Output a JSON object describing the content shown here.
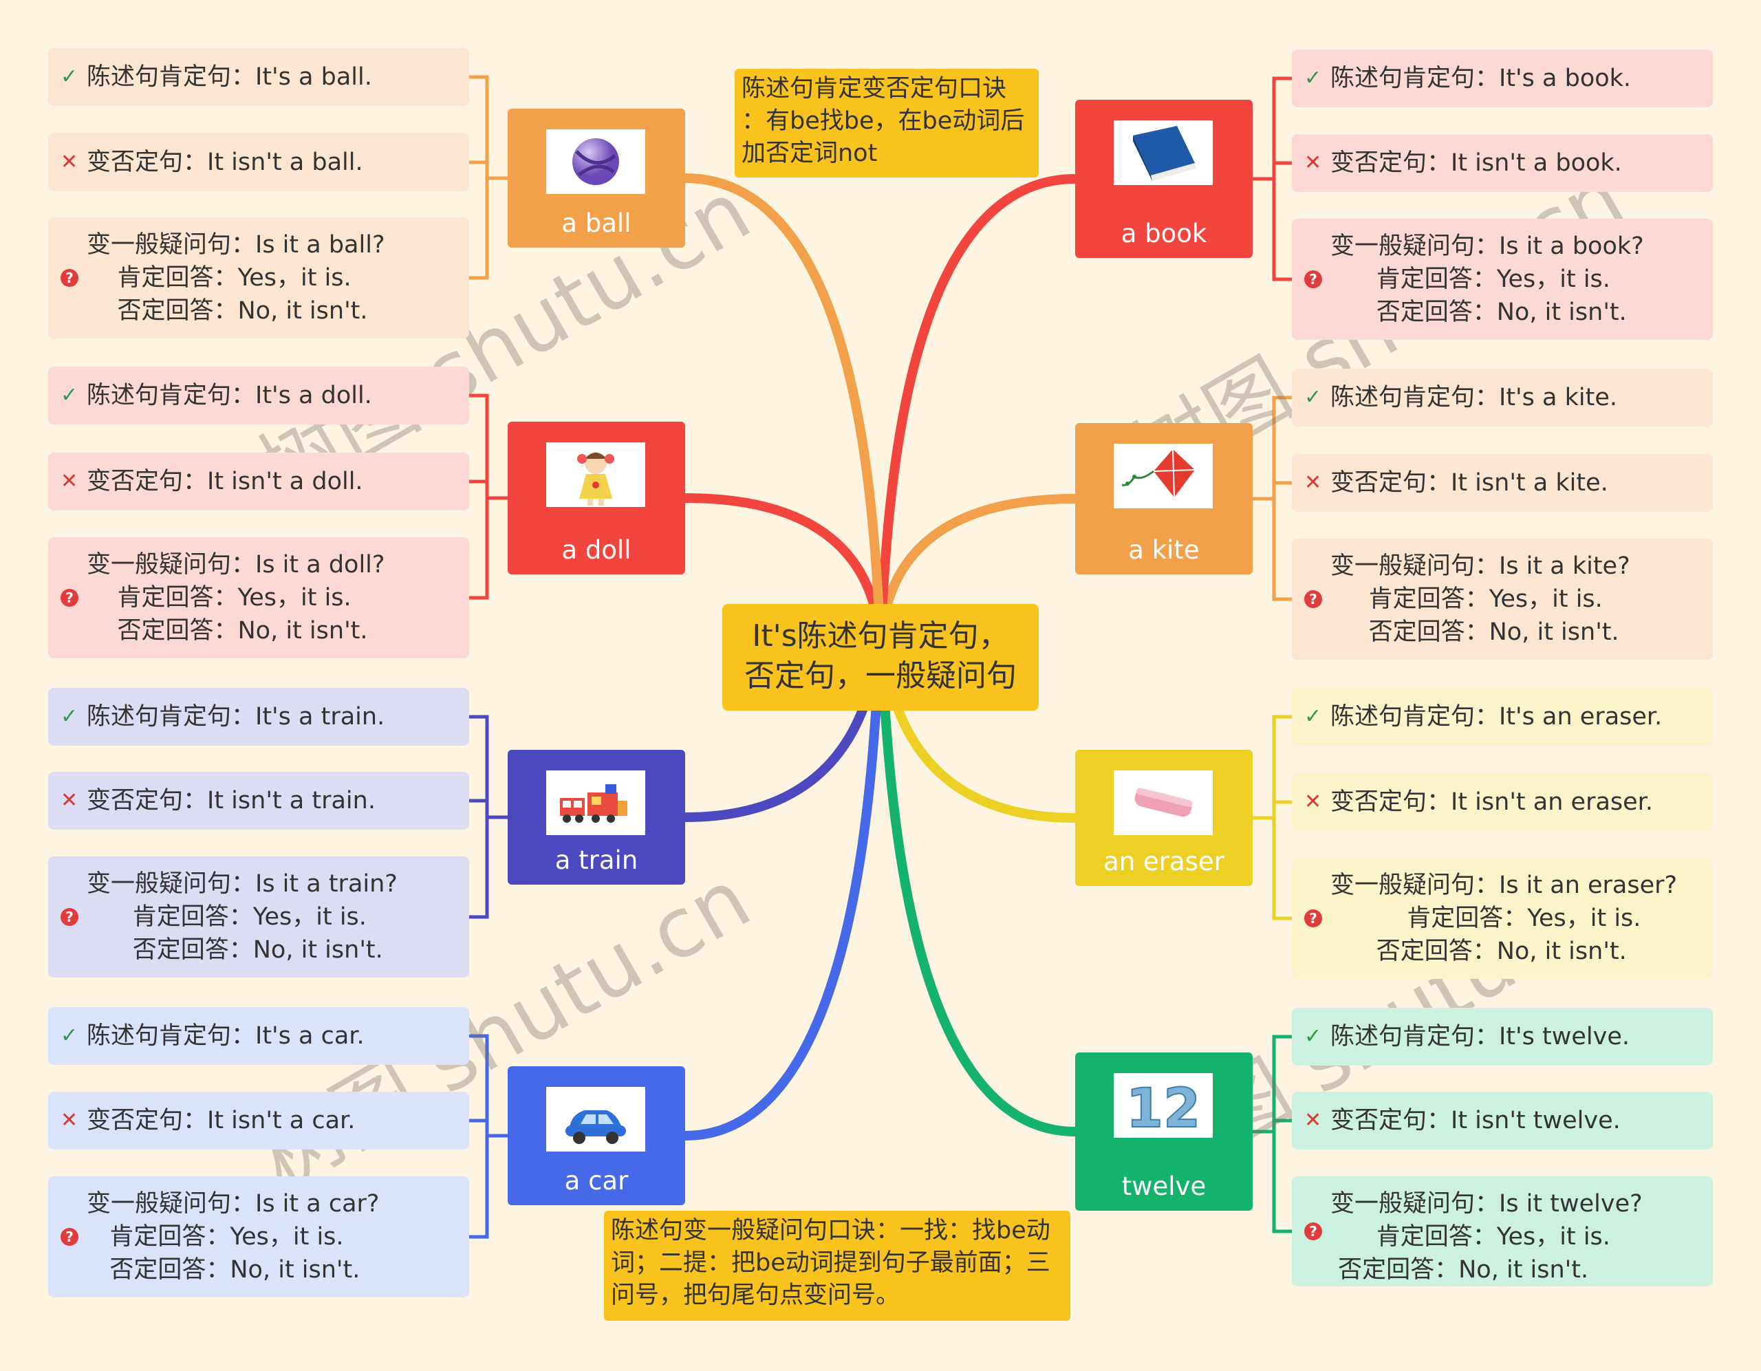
{
  "center": {
    "line1": "It's陈述句肯定句，",
    "line2": "否定句，一般疑问句"
  },
  "notes": {
    "top": "陈述句肯定变否定句口诀\n：有be找be，在be动词后\n加否定词not",
    "bottom": "陈述句变一般疑问句口诀：一找：找be动\n词；二提：把be动词提到句子最前面；三\n问号，把句尾句点变问号。"
  },
  "watermark": {
    "text": "树图 shutu.cn"
  },
  "branches": [
    {
      "label": "a ball",
      "icon": "ball-icon",
      "color": "#f2a04a",
      "leaf_bg": "#fde6d1",
      "affirm": "陈述句肯定句：It's a ball.",
      "negative": "变否定句：It isn't a ball.",
      "question": "变一般疑问句：Is it a ball?\n    肯定回答：Yes，it is.\n    否定回答：No, it isn't."
    },
    {
      "label": "a doll",
      "icon": "doll-icon",
      "color": "#f2453d",
      "leaf_bg": "#fdd9d6",
      "affirm": "陈述句肯定句：It's a doll.",
      "negative": "变否定句：It isn't a doll.",
      "question": "变一般疑问句：Is it a doll?\n    肯定回答：Yes，it is.\n    否定回答：No, it isn't."
    },
    {
      "label": "a train",
      "icon": "train-icon",
      "color": "#4c49c0",
      "leaf_bg": "#dcdcf3",
      "affirm": "陈述句肯定句：It's a train.",
      "negative": "变否定句：It isn't a train.",
      "question": "变一般疑问句：Is it a train?\n      肯定回答：Yes，it is.\n      否定回答：No, it isn't."
    },
    {
      "label": "a car",
      "icon": "car-icon",
      "color": "#4569e8",
      "leaf_bg": "#dbe3fb",
      "affirm": "陈述句肯定句：It's a car.",
      "negative": "变否定句：It isn't a car.",
      "question": "变一般疑问句：Is it a car?\n   肯定回答：Yes，it is.\n   否定回答：No, it isn't."
    },
    {
      "label": "a book",
      "icon": "book-icon",
      "color": "#f2453d",
      "leaf_bg": "#fdd9d6",
      "affirm": "陈述句肯定句：It's a book.",
      "negative": "变否定句：It isn't a book.",
      "question": "变一般疑问句：Is it a book?\n      肯定回答：Yes，it is.\n      否定回答：No, it isn't."
    },
    {
      "label": "a kite",
      "icon": "kite-icon",
      "color": "#f2a04a",
      "leaf_bg": "#fde6d1",
      "affirm": "陈述句肯定句：It's a kite.",
      "negative": "变否定句：It isn't a kite.",
      "question": "变一般疑问句：Is it a kite?\n     肯定回答：Yes，it is.\n     否定回答：No, it isn't."
    },
    {
      "label": "an eraser",
      "icon": "eraser-icon",
      "color": "#ecd023",
      "leaf_bg": "#fbf4cb",
      "affirm": "陈述句肯定句：It's an eraser.",
      "negative": "变否定句：It isn't an eraser.",
      "question": "变一般疑问句：Is it an eraser?\n          肯定回答：Yes，it is.\n      否定回答：No, it isn't."
    },
    {
      "label": "twelve",
      "icon": "number-twelve-icon",
      "color": "#14b36b",
      "leaf_bg": "#cdf1e0",
      "affirm": "陈述句肯定句：It's twelve.",
      "negative": "变否定句：It isn't twelve.",
      "question": "变一般疑问句：Is it twelve?\n      肯定回答：Yes，it is.\n 否定回答：No, it isn't."
    }
  ]
}
